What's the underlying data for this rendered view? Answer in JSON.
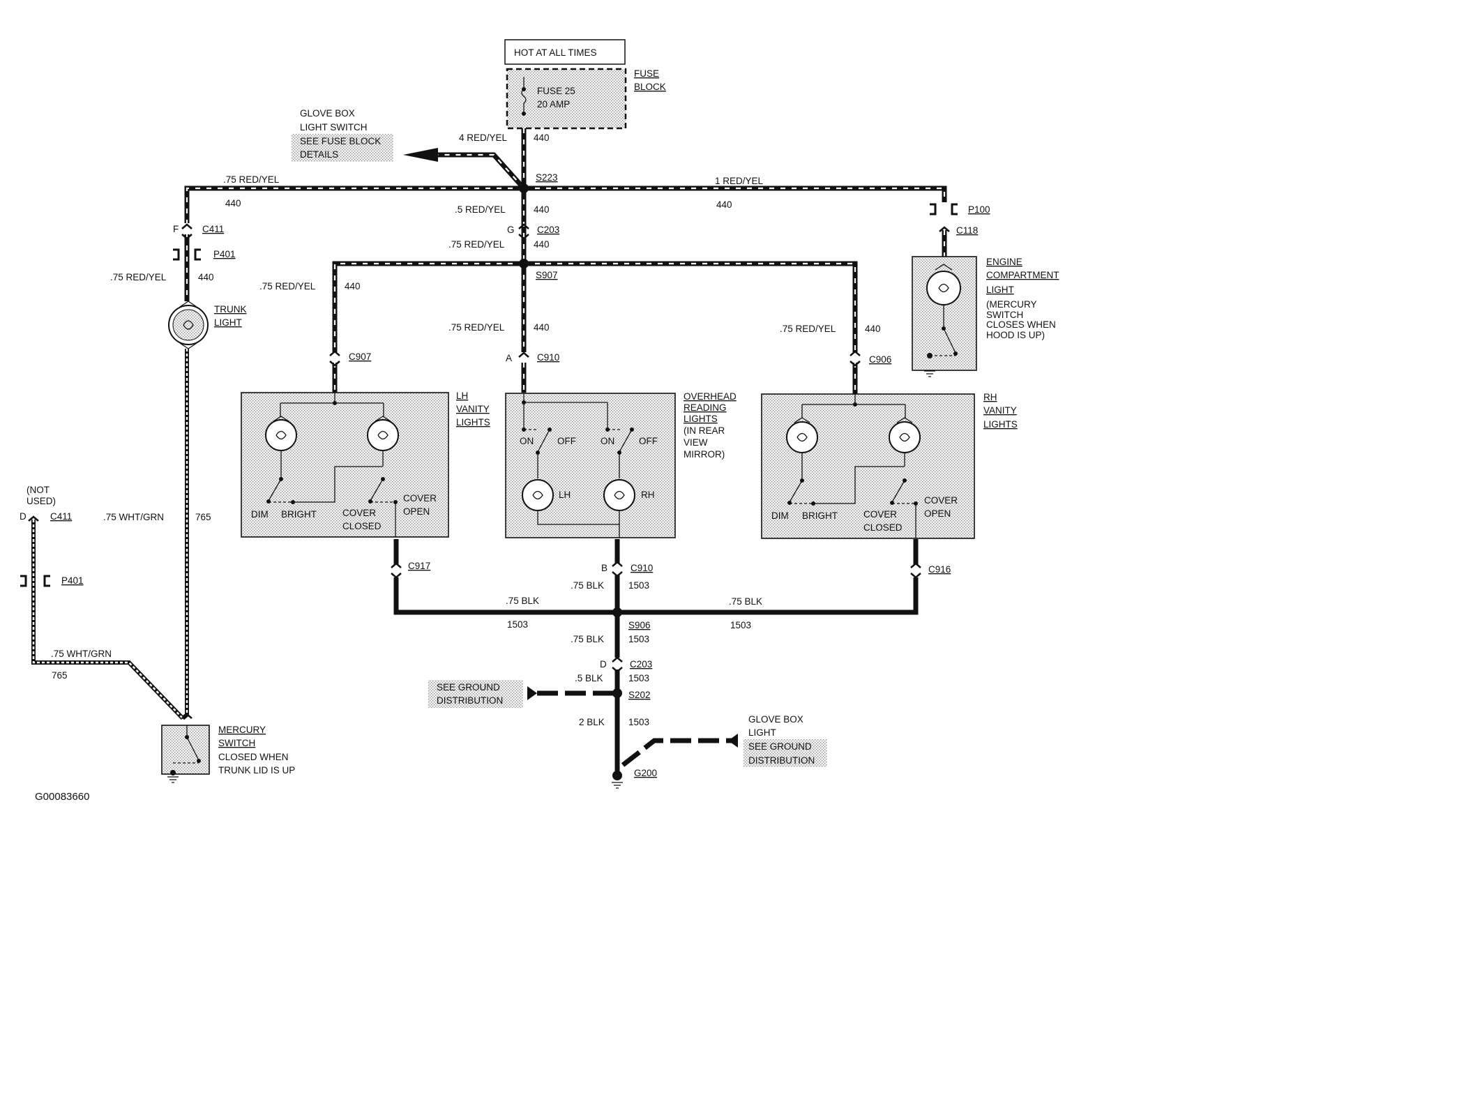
{
  "header": {
    "hot_label": "HOT AT ALL TIMES"
  },
  "fuse": {
    "block1": "FUSE",
    "block2": "BLOCK",
    "line1": "FUSE 25",
    "line2": "20 AMP"
  },
  "wires": {
    "red_yel_4": "4 RED/YEL",
    "red_yel_1": "1 RED/YEL",
    "red_yel_075": ".75 RED/YEL",
    "red_yel_05": ".5 RED/YEL",
    "circuit_440": "440",
    "blk_075": ".75 BLK",
    "blk_05": ".5 BLK",
    "blk_2": "2 BLK",
    "circuit_1503": "1503",
    "wht_grn_075": ".75 WHT/GRN",
    "circuit_765": "765"
  },
  "connectors": {
    "s223": "S223",
    "c203": "C203",
    "s907": "S907",
    "c411": "C411",
    "p401": "P401",
    "p100": "P100",
    "c118": "C118",
    "c907": "C907",
    "c910": "C910",
    "c906": "C906",
    "c917": "C917",
    "c916": "C916",
    "s906": "S906",
    "s202": "S202",
    "g200": "G200",
    "pin_f": "F",
    "pin_g": "G",
    "pin_a": "A",
    "pin_b": "B",
    "pin_d": "D"
  },
  "glovebox_switch": {
    "line1": "GLOVE BOX",
    "line2": "LIGHT SWITCH",
    "see1": "SEE FUSE BLOCK",
    "see2": "DETAILS"
  },
  "trunk_light": {
    "line1": "TRUNK",
    "line2": "LIGHT"
  },
  "engine_light": {
    "line1": "ENGINE",
    "line2": "COMPARTMENT",
    "line3": "LIGHT",
    "note1": "(MERCURY",
    "note2": "SWITCH",
    "note3": "CLOSES WHEN",
    "note4": "HOOD IS UP)"
  },
  "lh_vanity": {
    "line1": "LH",
    "line2": "VANITY",
    "line3": "LIGHTS"
  },
  "rh_vanity": {
    "line1": "RH",
    "line2": "VANITY",
    "line3": "LIGHTS"
  },
  "overhead": {
    "line1": "OVERHEAD",
    "line2": "READING",
    "line3": "LIGHTS",
    "line4": "(IN REAR",
    "line5": "VIEW",
    "line6": "MIRROR)"
  },
  "switch_labels": {
    "dim": "DIM",
    "bright": "BRIGHT",
    "cover": "COVER",
    "closed": "CLOSED",
    "open": "OPEN",
    "on": "ON",
    "off": "OFF",
    "lh": "LH",
    "rh": "RH"
  },
  "not_used": {
    "line1": "(NOT",
    "line2": "USED)"
  },
  "mercury_switch": {
    "line1": "MERCURY",
    "line2": "SWITCH",
    "line3": "CLOSED WHEN",
    "line4": "TRUNK LID IS UP"
  },
  "ground_dist": {
    "line1": "SEE GROUND",
    "line2": "DISTRIBUTION"
  },
  "glovebox_light": {
    "line1": "GLOVE BOX",
    "line2": "LIGHT"
  },
  "figure_id": "G00083660"
}
